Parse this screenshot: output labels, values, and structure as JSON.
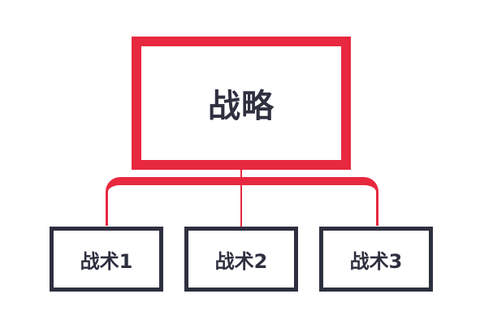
{
  "diagram": {
    "type": "hierarchy",
    "colors": {
      "root_border": "#e8283f",
      "connector": "#e8283f",
      "child_border": "#2e3040",
      "text": "#2e3040"
    },
    "root": {
      "label": "战略"
    },
    "children": [
      {
        "label": "战术1"
      },
      {
        "label": "战术2"
      },
      {
        "label": "战术3"
      }
    ]
  }
}
